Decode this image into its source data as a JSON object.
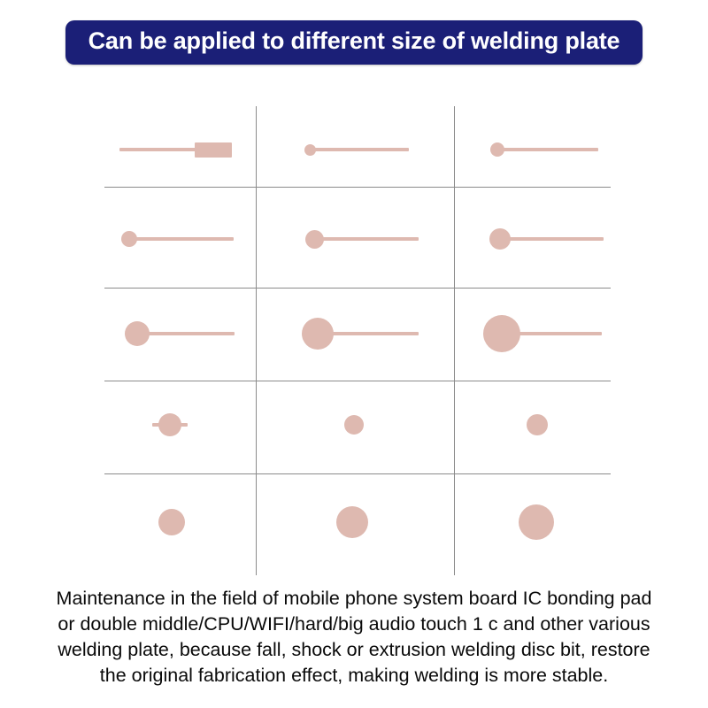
{
  "header": {
    "title": "Can be applied to different size of welding plate",
    "banner_color": "#1b1f77",
    "text_color": "#ffffff"
  },
  "diagram": {
    "name": "welding-plate-size-grid",
    "shape_color": "#deb9b0",
    "grid_line_color": "#8b8b8b",
    "columns": 3,
    "rows": 5,
    "row_labels": [
      "rectangular-pad-and-small-round-pads-with-stem",
      "small-round-pads-with-stem",
      "large-round-pads-with-stem",
      "round-pads-with-short-stubs",
      "plain-round-pads"
    ],
    "cells": [
      {
        "row": 1,
        "col": 1,
        "type": "rect-pad-with-stem",
        "pad_w": 42,
        "pad_h": 17,
        "stem_len": 88
      },
      {
        "row": 1,
        "col": 2,
        "type": "round-pad-with-stem",
        "pad_d": 13,
        "stem_len": 112
      },
      {
        "row": 1,
        "col": 3,
        "type": "round-pad-with-stem",
        "pad_d": 16,
        "stem_len": 114
      },
      {
        "row": 2,
        "col": 1,
        "type": "round-pad-with-stem",
        "pad_d": 18,
        "stem_len": 112
      },
      {
        "row": 2,
        "col": 2,
        "type": "round-pad-with-stem",
        "pad_d": 21,
        "stem_len": 110
      },
      {
        "row": 2,
        "col": 3,
        "type": "round-pad-with-stem",
        "pad_d": 24,
        "stem_len": 108
      },
      {
        "row": 3,
        "col": 1,
        "type": "round-pad-with-stem",
        "pad_d": 28,
        "stem_len": 104
      },
      {
        "row": 3,
        "col": 2,
        "type": "round-pad-with-stem",
        "pad_d": 36,
        "stem_len": 100
      },
      {
        "row": 3,
        "col": 3,
        "type": "round-pad-with-stem",
        "pad_d": 42,
        "stem_len": 96
      },
      {
        "row": 4,
        "col": 1,
        "type": "round-pad-with-side-stubs",
        "pad_d": 26,
        "stub_len": 8
      },
      {
        "row": 4,
        "col": 2,
        "type": "round-pad",
        "pad_d": 22
      },
      {
        "row": 4,
        "col": 3,
        "type": "round-pad",
        "pad_d": 24
      },
      {
        "row": 5,
        "col": 1,
        "type": "round-pad",
        "pad_d": 30
      },
      {
        "row": 5,
        "col": 2,
        "type": "round-pad",
        "pad_d": 36
      },
      {
        "row": 5,
        "col": 3,
        "type": "round-pad",
        "pad_d": 40
      }
    ]
  },
  "caption": {
    "lines": [
      "Maintenance in the field of mobile phone system board IC bonding pad",
      "or double middle/CPU/WIFI/hard/big audio touch 1 c and other various",
      "welding plate, because fall, shock or extrusion welding disc bit, restore",
      "the original fabrication effect, making welding is more stable."
    ]
  }
}
